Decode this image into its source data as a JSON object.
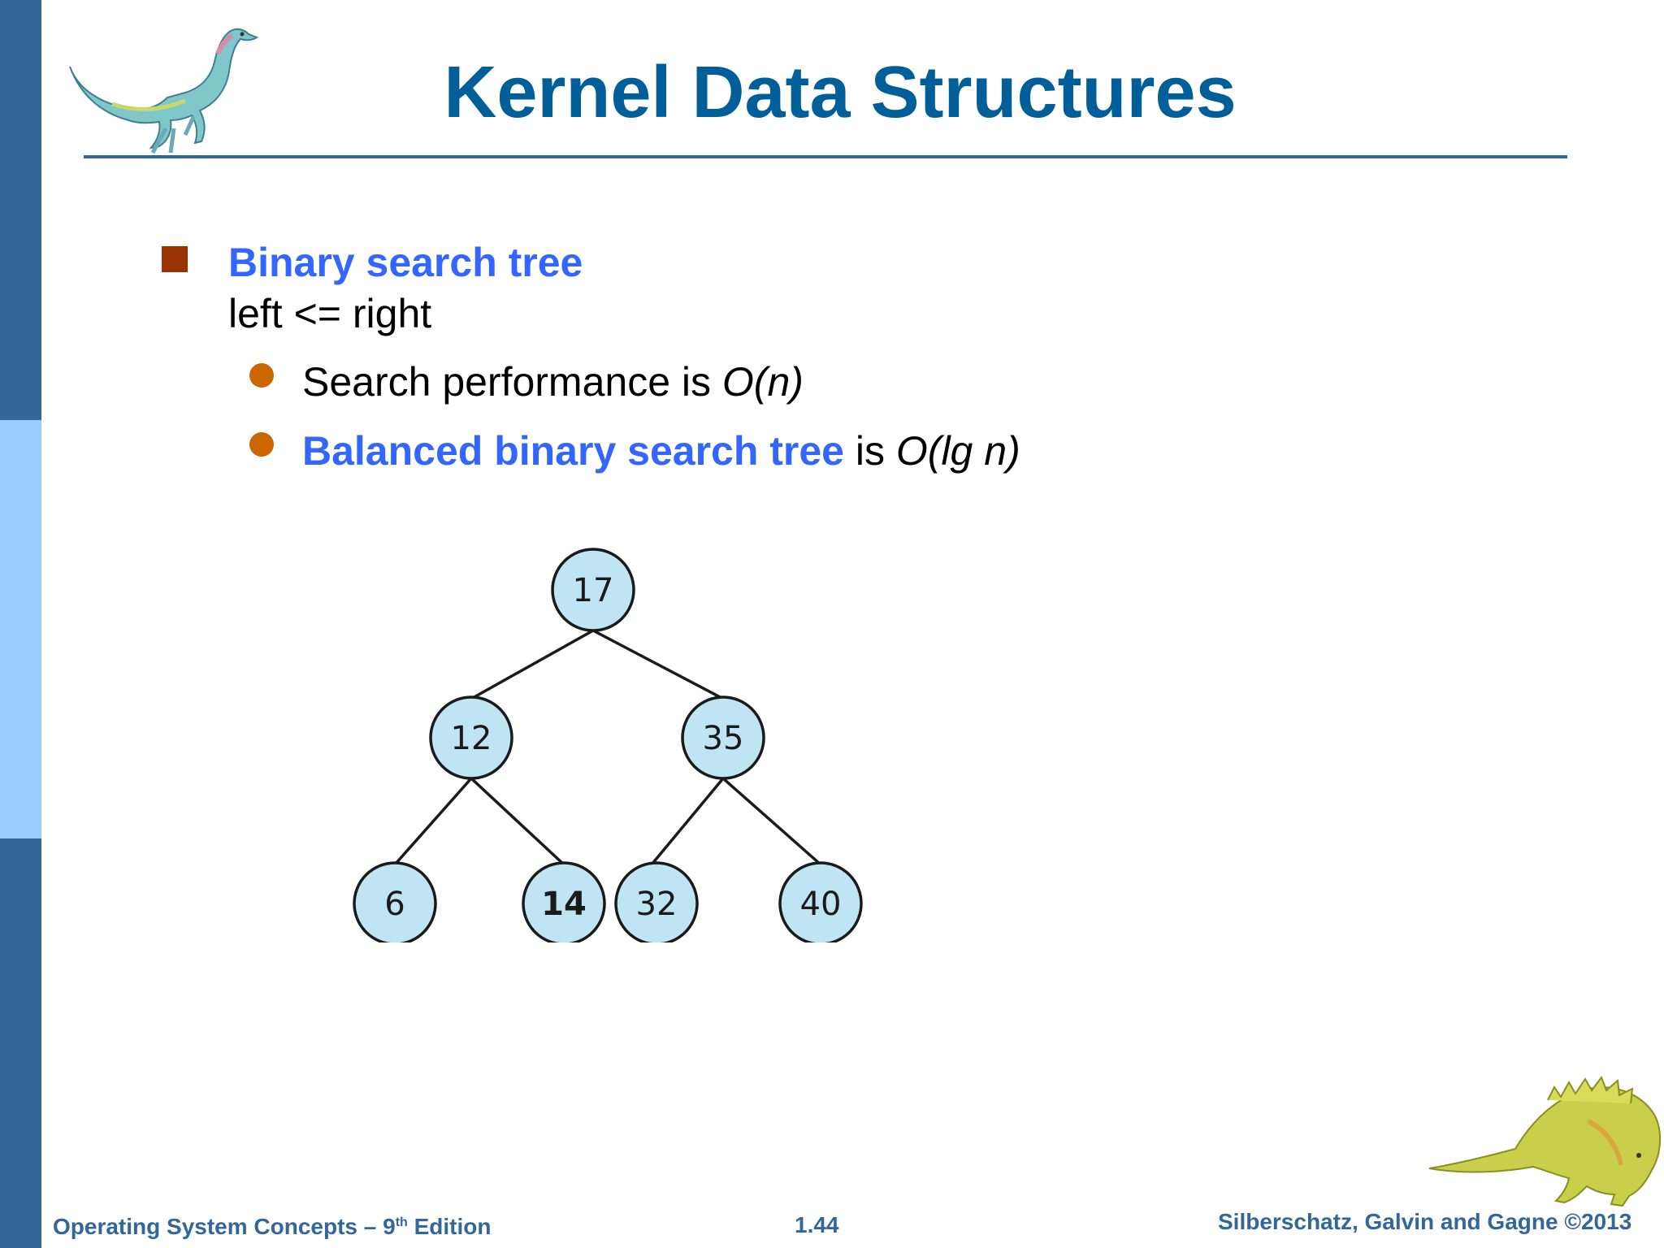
{
  "slide": {
    "title": "Kernel Data Structures",
    "bullets": [
      {
        "heading": "Binary search tree",
        "subline": "left <= right"
      }
    ],
    "sub_bullets": [
      {
        "text": "Search performance is ",
        "italic": "O(n)"
      },
      {
        "highlight": "Balanced binary search tree",
        "text": " is ",
        "italic": "O(lg n)"
      }
    ]
  },
  "tree": {
    "nodes": [
      "17",
      "12",
      "35",
      "6",
      "14",
      "32",
      "40"
    ]
  },
  "footer": {
    "left_prefix": "Operating System Concepts – 9",
    "left_sup": "th",
    "left_suffix": " Edition",
    "page": "1.44",
    "right": "Silberschatz, Galvin and Gagne ©2013"
  },
  "colors": {
    "title": "#005f99",
    "accent_blue": "#3366ff",
    "sidebar_dark": "#336699",
    "sidebar_light": "#99ccff",
    "square_bullet": "#993300",
    "round_bullet": "#cc6600",
    "node_fill": "#bfe4f4"
  },
  "icons": [
    "dinosaur-top-icon",
    "dinosaur-bottom-icon"
  ]
}
